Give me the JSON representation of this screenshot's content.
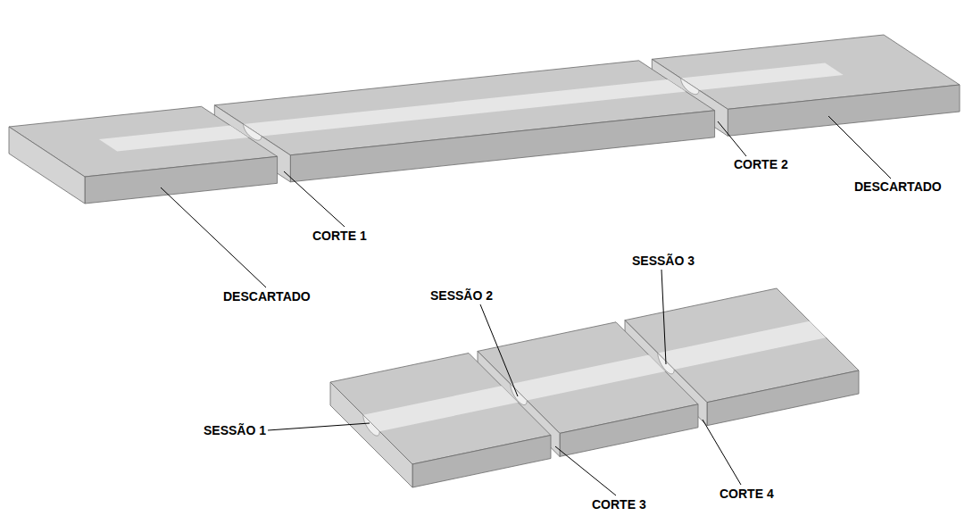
{
  "diagram": {
    "labels": [
      "CORTE 2",
      "DESCARTADO",
      "CORTE 1",
      "DESCARTADO",
      "SESSÃO 3",
      "SESSÃO 2",
      "SESSÃO 1",
      "CORTE 3",
      "CORTE 4"
    ]
  }
}
